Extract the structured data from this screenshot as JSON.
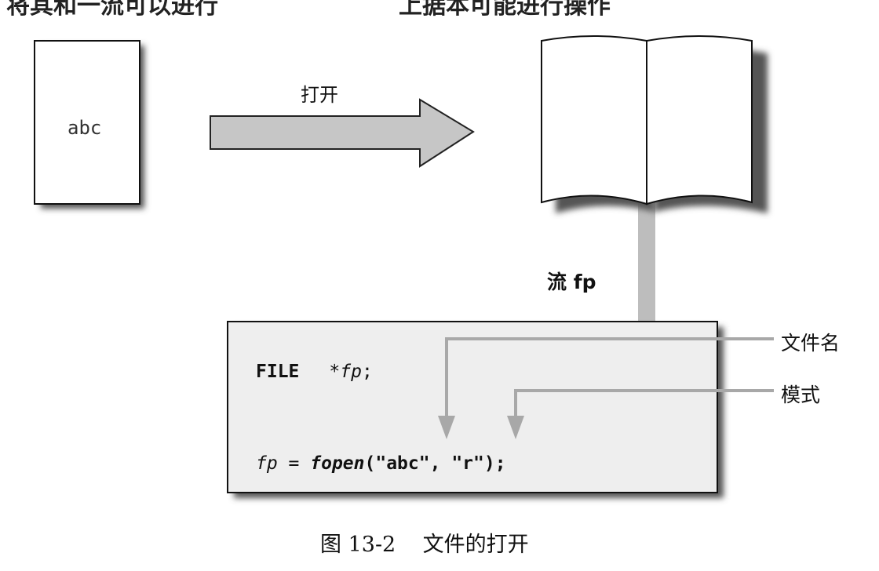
{
  "header_fragment": {
    "left": "将其和一流可以进行",
    "right": "上据本可能进行操作"
  },
  "file": {
    "content": "abc"
  },
  "open_arrow": {
    "label": "打开"
  },
  "stream": {
    "label": "流 fp"
  },
  "code": {
    "line1": {
      "keyword": "FILE",
      "rest_plain": "*",
      "rest_italic": "fp",
      "rest_end": ";"
    },
    "line2": {
      "lhs": "fp",
      "eq": " = ",
      "func": "fopen",
      "args_open": "(",
      "arg1": "\"abc\"",
      "sep": ", ",
      "arg2": "\"r\"",
      "args_close": ");"
    }
  },
  "callouts": {
    "filename": "文件名",
    "mode": "模式"
  },
  "caption": "图 13-2    文件的打开",
  "colors": {
    "arrow_fill": "#c6c6c6",
    "code_box_fill": "#eeeeee",
    "shadow": "#555555",
    "stream_bar": "#bdbdbd",
    "callout_line": "#a8a8a8"
  }
}
